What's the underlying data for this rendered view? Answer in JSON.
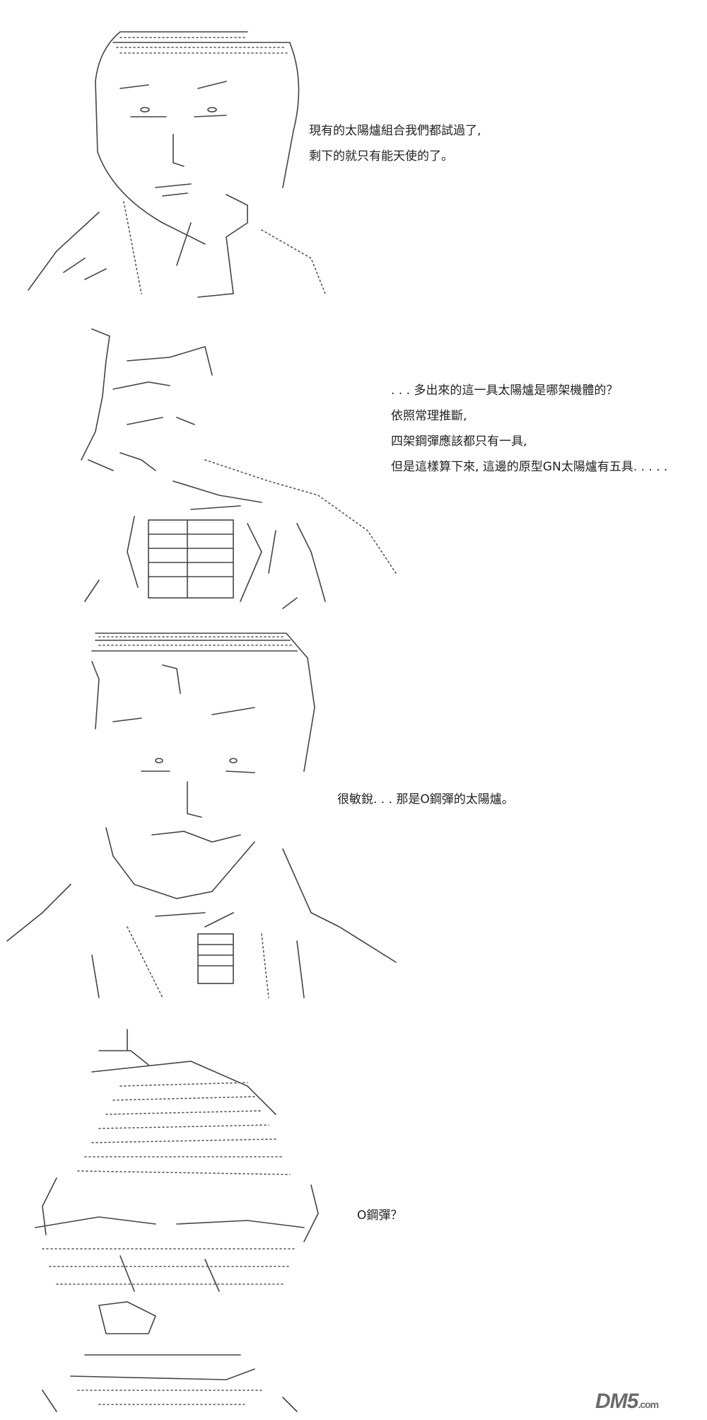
{
  "panels": [
    {
      "lines": [
        "現有的太陽爐組合我們都試過了,",
        "剩下的就只有能天使的了。"
      ]
    },
    {
      "lines": [
        ". . . 多出來的這一具太陽爐是哪架機體的？",
        "依照常理推斷,",
        "四架鋼彈應該都只有一具,",
        "但是這樣算下來, 這邊的原型GN太陽爐有五具. . . . ."
      ]
    },
    {
      "lines": [
        "很敏銳. . . 那是O鋼彈的太陽爐。"
      ]
    },
    {
      "lines": [
        "O鋼彈？"
      ]
    }
  ],
  "watermark": {
    "text": "DM5",
    "suffix": ".com"
  },
  "colors": {
    "ink": "#444444",
    "background": "#ffffff",
    "logo": "#6a6a6a"
  }
}
